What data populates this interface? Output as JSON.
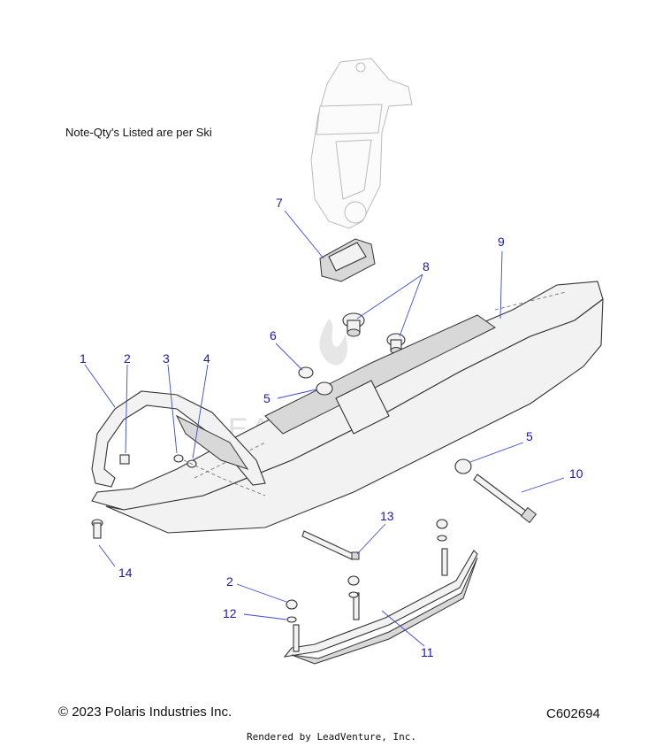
{
  "note": "Note-Qty's Listed are per Ski",
  "copyright": "© 2023 Polaris Industries Inc.",
  "diagram_code": "C602694",
  "rendered_by": "Rendered by LeadVenture, Inc.",
  "watermark": "LEADVENTURE",
  "callouts": [
    "1",
    "2",
    "3",
    "4",
    "5",
    "6",
    "7",
    "8",
    "9",
    "10",
    "11",
    "12",
    "13",
    "14"
  ],
  "callout_2b": "2",
  "callout_5b": "5",
  "callout_8b": "8",
  "colors": {
    "callout": "#1a1aa8",
    "leader": "#3a4bd0"
  }
}
